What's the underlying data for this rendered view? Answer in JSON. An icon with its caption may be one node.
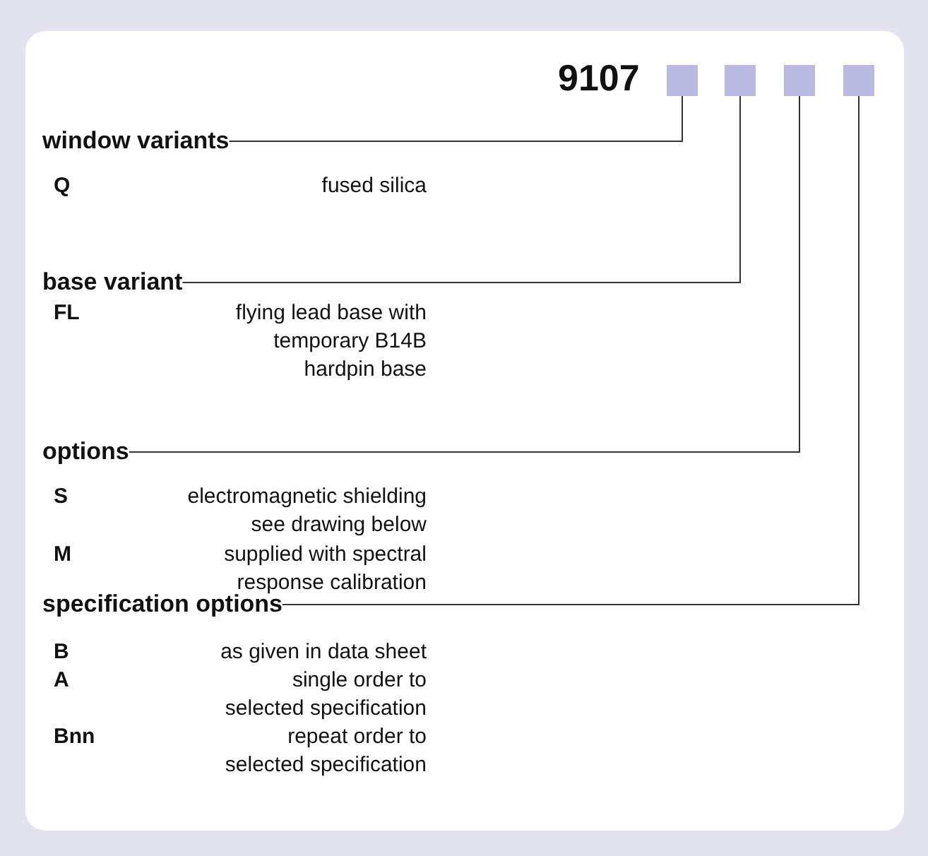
{
  "diagram": {
    "nodes": [
      {
        "text": [],
        "shape": "box"
      },
      {
        "text": [],
        "shape": "box"
      },
      {
        "text": [],
        "shape": "box"
      },
      {
        "text": [],
        "shape": "box"
      },
      {
        "text": [
          "window variants"
        ]
      },
      {
        "text": [
          "base variant"
        ]
      },
      {
        "text": [
          "options"
        ]
      },
      {
        "text": [
          "specification options"
        ]
      }
    ],
    "edges": [
      {
        "from": 4,
        "to": 0,
        "arrow": "none"
      },
      {
        "from": 5,
        "to": 1,
        "arrow": "none"
      },
      {
        "from": 6,
        "to": 2,
        "arrow": "none"
      },
      {
        "from": 7,
        "to": 3,
        "arrow": "none"
      }
    ],
    "labels": [
      "9107",
      "Q",
      "fused silica",
      "FL",
      "flying lead base with temporary B14B hardpin base",
      "S",
      "electromagnetic shielding see drawing below",
      "M",
      "supplied with spectral response calibration",
      "B",
      "as given in data sheet",
      "A",
      "single order to selected specification",
      "Bnn",
      "repeat order to selected specification"
    ]
  }
}
